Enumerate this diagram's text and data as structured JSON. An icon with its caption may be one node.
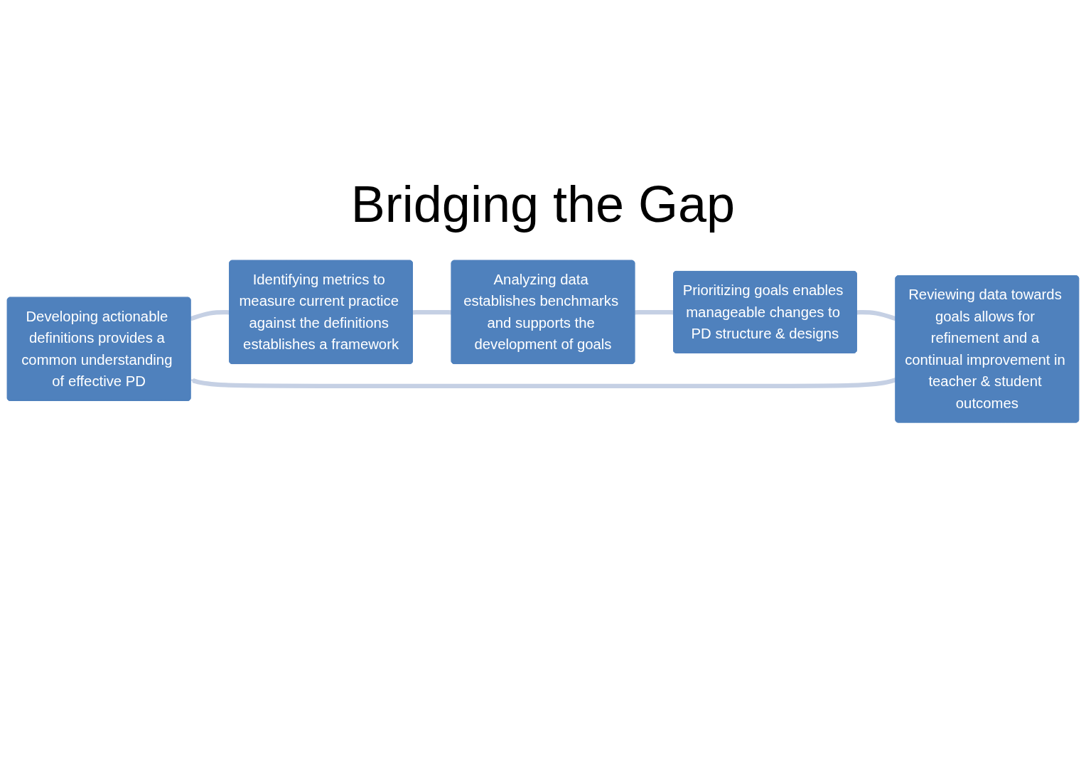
{
  "diagram": {
    "title": "Bridging the Gap",
    "nodes": [
      {
        "text": [
          "Developing actionable definitions provides a common understanding of effective PD"
        ]
      },
      {
        "text": [
          "Identifying metrics to measure current practice against the definitions establishes a framework"
        ]
      },
      {
        "text": [
          "Analyzing data establishes benchmarks and supports the development of goals"
        ]
      },
      {
        "text": [
          "Prioritizing goals enables manageable changes to PD structure & designs"
        ]
      },
      {
        "text": [
          "Reviewing data towards goals allows for refinement and a continual improvement in teacher & student outcomes"
        ]
      }
    ],
    "edges": [
      {
        "from": 0,
        "to": 1,
        "arrow": "none"
      },
      {
        "from": 1,
        "to": 2,
        "arrow": "none"
      },
      {
        "from": 2,
        "to": 3,
        "arrow": "none"
      },
      {
        "from": 3,
        "to": 4,
        "arrow": "none"
      },
      {
        "from": 4,
        "to": 0,
        "arrow": "to"
      }
    ]
  }
}
